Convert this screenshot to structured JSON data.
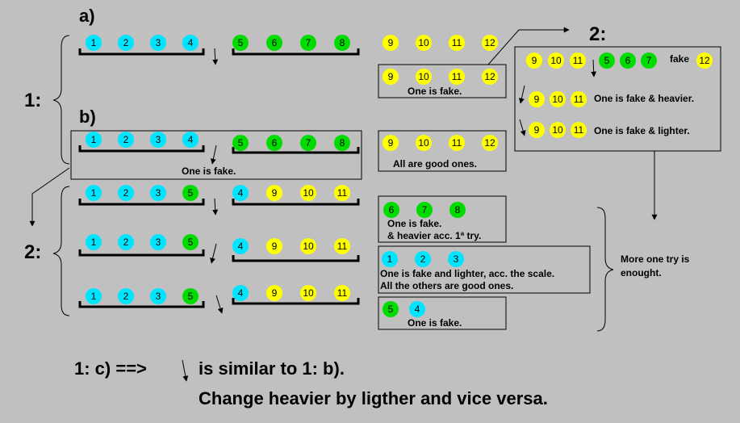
{
  "colors": {
    "background": "#c0c0c0",
    "cyan": "#00e5ff",
    "green": "#00dc00",
    "yellow": "#ffff00"
  },
  "labels": {
    "a": "a)",
    "b": "b)",
    "one_colon": "1:",
    "two_colon_left": "2:",
    "two_colon_right": "2:",
    "fake": "fake",
    "one_is_fake_a": "One is fake.",
    "one_is_fake_b": "One is fake.",
    "all_good": "All are good ones.",
    "fake_heavier": "One is fake & heavier.",
    "fake_lighter": "One is fake & lighter.",
    "acc1_line1": "One is fake.",
    "acc1_line2": "& heavier acc. 1ª try.",
    "scale_line1": "One is fake and lighter, acc. the scale.",
    "scale_line2": "All the others are good ones.",
    "one_is_fake_c": "One is fake.",
    "more_try_line1": "More one try is",
    "more_try_line2": "enought.",
    "footer_left": "1: c) ==>",
    "footer_right": "is similar to 1: b).",
    "footer_line2": "Change heavier by ligther and vice versa."
  },
  "coins": {
    "a_left": [
      {
        "n": "1",
        "c": "cyan"
      },
      {
        "n": "2",
        "c": "cyan"
      },
      {
        "n": "3",
        "c": "cyan"
      },
      {
        "n": "4",
        "c": "cyan"
      }
    ],
    "a_right": [
      {
        "n": "5",
        "c": "green"
      },
      {
        "n": "6",
        "c": "green"
      },
      {
        "n": "7",
        "c": "green"
      },
      {
        "n": "8",
        "c": "green"
      }
    ],
    "a_off": [
      {
        "n": "9",
        "c": "yellow"
      },
      {
        "n": "10",
        "c": "yellow"
      },
      {
        "n": "11",
        "c": "yellow"
      },
      {
        "n": "12",
        "c": "yellow"
      }
    ],
    "a_box": [
      {
        "n": "9",
        "c": "yellow"
      },
      {
        "n": "10",
        "c": "yellow"
      },
      {
        "n": "11",
        "c": "yellow"
      },
      {
        "n": "12",
        "c": "yellow"
      }
    ],
    "b_left": [
      {
        "n": "1",
        "c": "cyan"
      },
      {
        "n": "2",
        "c": "cyan"
      },
      {
        "n": "3",
        "c": "cyan"
      },
      {
        "n": "4",
        "c": "cyan"
      }
    ],
    "b_right": [
      {
        "n": "5",
        "c": "green"
      },
      {
        "n": "6",
        "c": "green"
      },
      {
        "n": "7",
        "c": "green"
      },
      {
        "n": "8",
        "c": "green"
      }
    ],
    "b_box": [
      {
        "n": "9",
        "c": "yellow"
      },
      {
        "n": "10",
        "c": "yellow"
      },
      {
        "n": "11",
        "c": "yellow"
      },
      {
        "n": "12",
        "c": "yellow"
      }
    ],
    "r2_top_left": [
      {
        "n": "9",
        "c": "yellow"
      },
      {
        "n": "10",
        "c": "yellow"
      },
      {
        "n": "11",
        "c": "yellow"
      }
    ],
    "r2_top_right": [
      {
        "n": "5",
        "c": "green"
      },
      {
        "n": "6",
        "c": "green"
      },
      {
        "n": "7",
        "c": "green"
      }
    ],
    "r2_fake": [
      {
        "n": "12",
        "c": "yellow"
      }
    ],
    "r2_heavier": [
      {
        "n": "9",
        "c": "yellow"
      },
      {
        "n": "10",
        "c": "yellow"
      },
      {
        "n": "11",
        "c": "yellow"
      }
    ],
    "r2_lighter": [
      {
        "n": "9",
        "c": "yellow"
      },
      {
        "n": "10",
        "c": "yellow"
      },
      {
        "n": "11",
        "c": "yellow"
      }
    ],
    "w_left": [
      {
        "n": "1",
        "c": "cyan"
      },
      {
        "n": "2",
        "c": "cyan"
      },
      {
        "n": "3",
        "c": "cyan"
      },
      {
        "n": "5",
        "c": "green"
      }
    ],
    "w_right": [
      {
        "n": "4",
        "c": "cyan"
      },
      {
        "n": "9",
        "c": "yellow"
      },
      {
        "n": "10",
        "c": "yellow"
      },
      {
        "n": "11",
        "c": "yellow"
      }
    ],
    "box_678": [
      {
        "n": "6",
        "c": "green"
      },
      {
        "n": "7",
        "c": "green"
      },
      {
        "n": "8",
        "c": "green"
      }
    ],
    "box_123": [
      {
        "n": "1",
        "c": "cyan"
      },
      {
        "n": "2",
        "c": "cyan"
      },
      {
        "n": "3",
        "c": "cyan"
      }
    ],
    "box_54": [
      {
        "n": "5",
        "c": "green"
      },
      {
        "n": "4",
        "c": "cyan"
      }
    ]
  }
}
